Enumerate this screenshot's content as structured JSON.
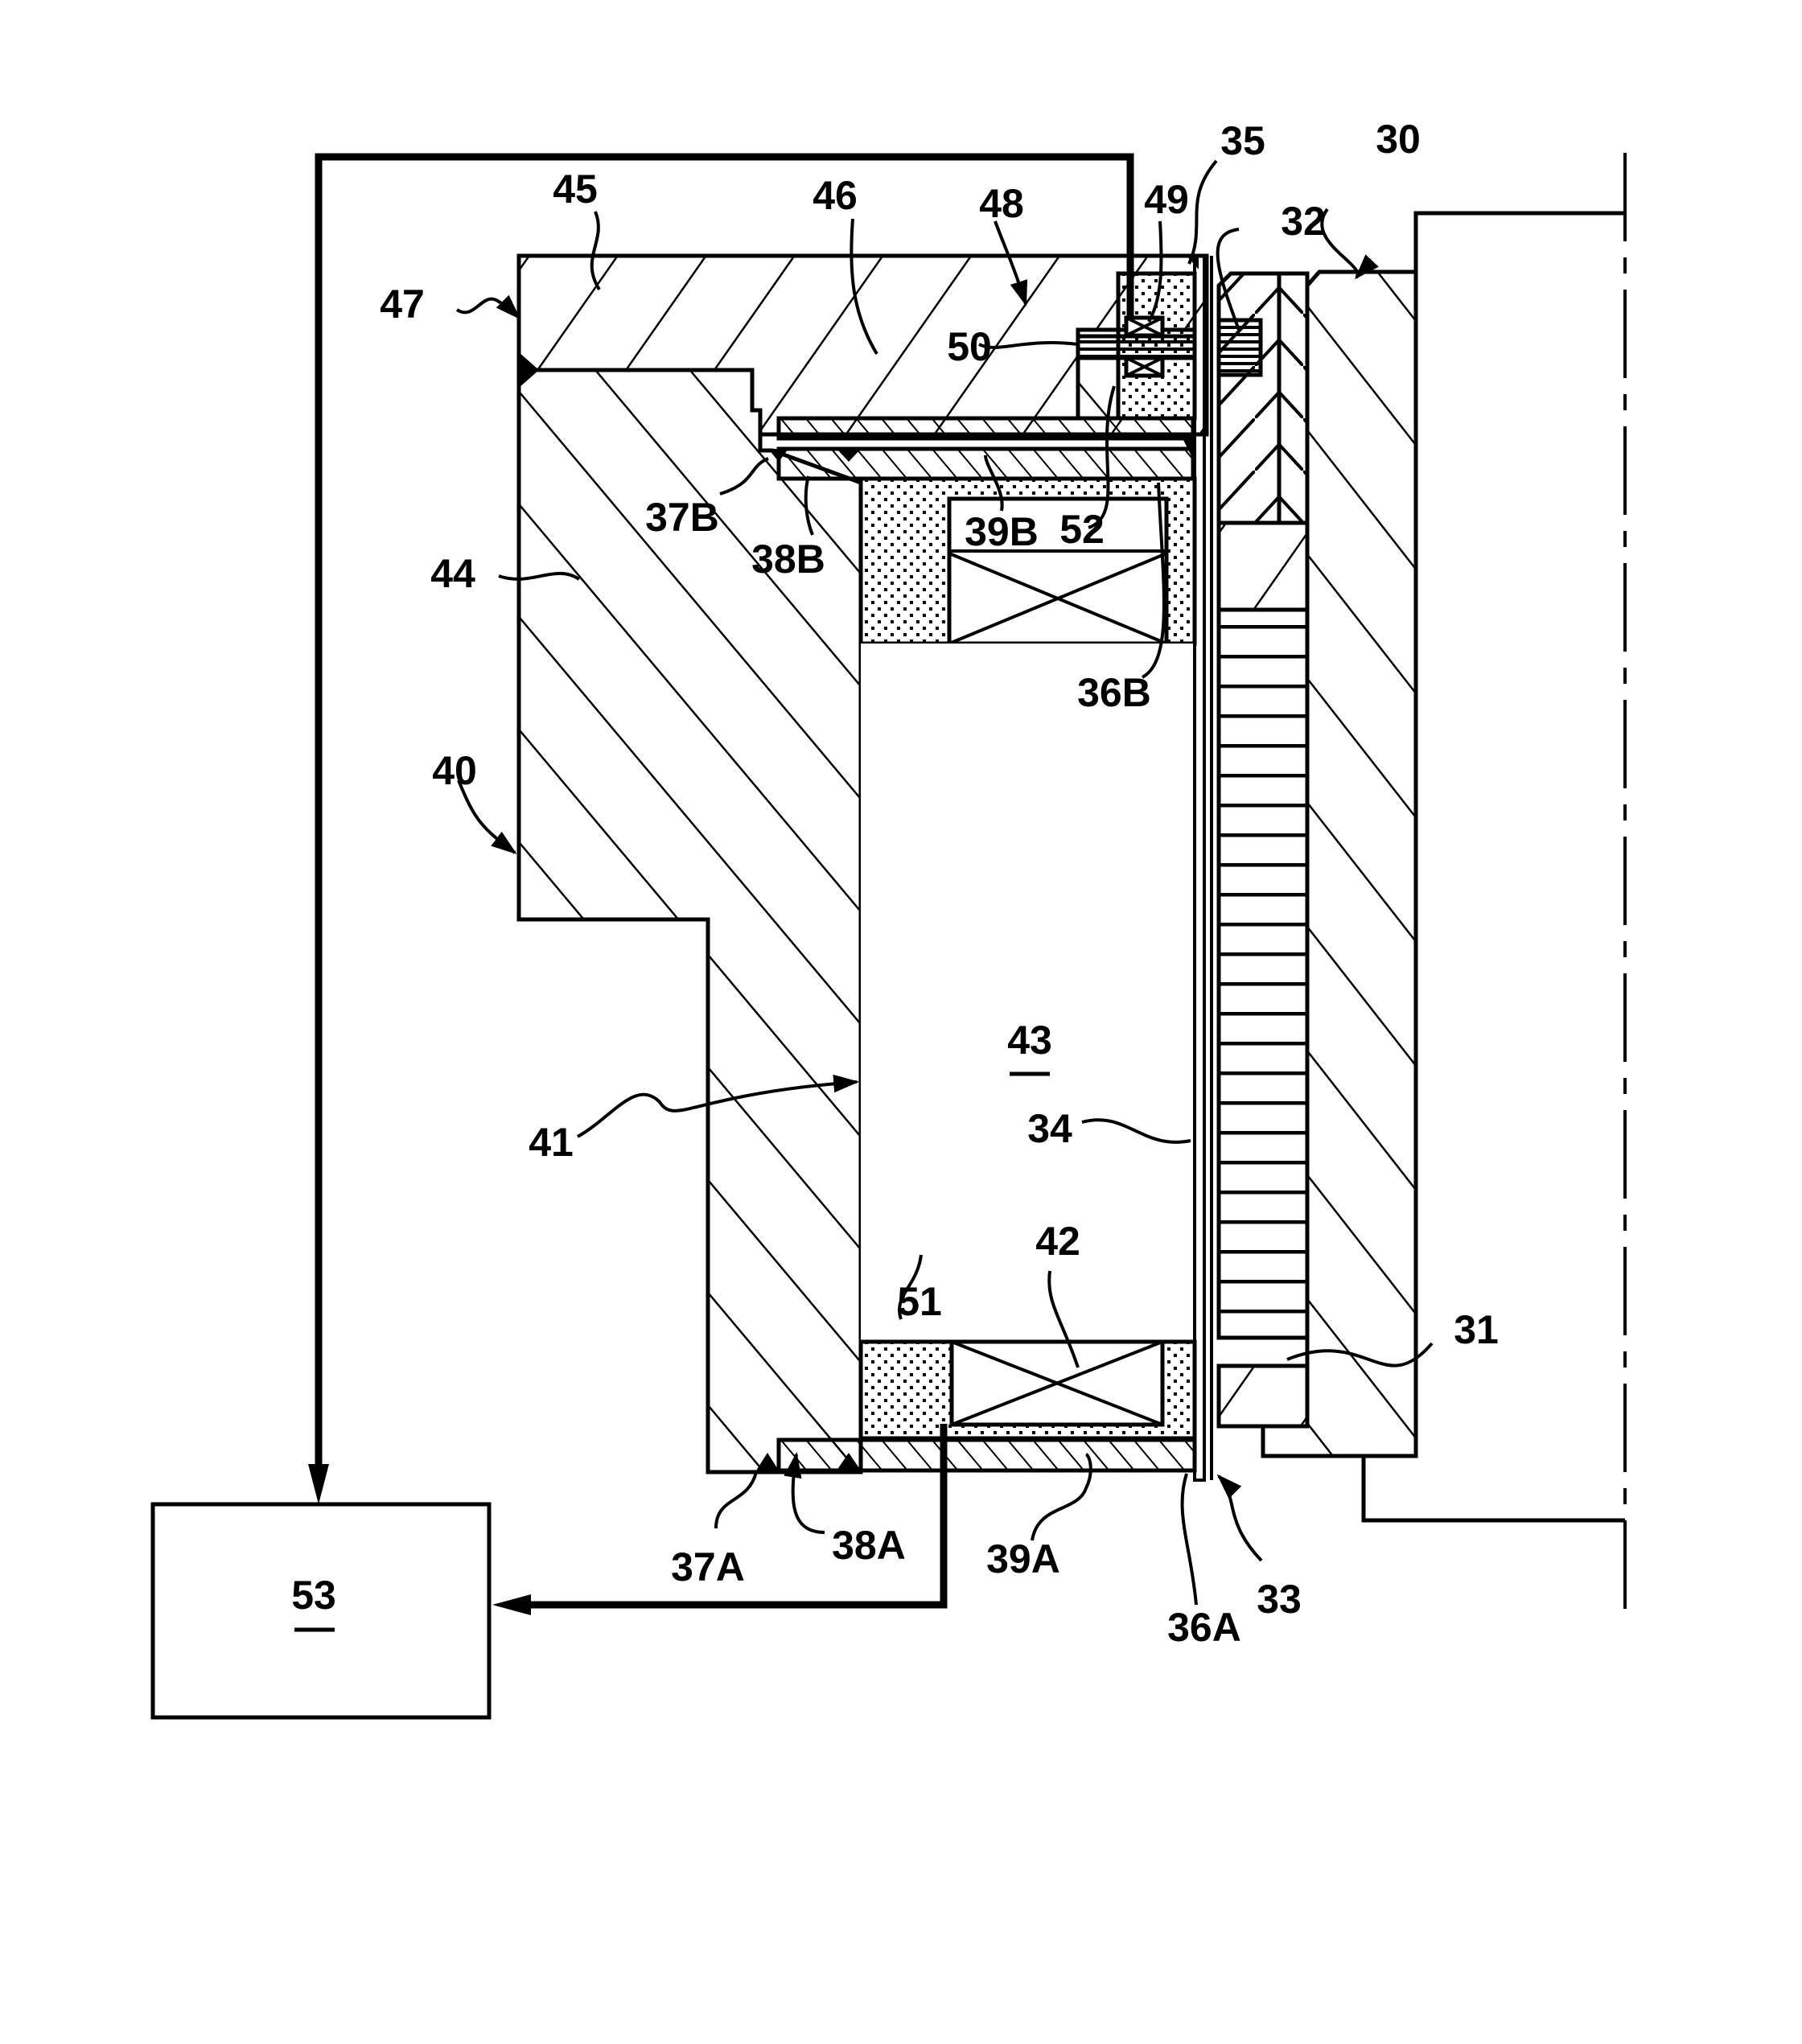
{
  "figure": {
    "type": "patent-cross-section",
    "colors": {
      "ink": "#000000",
      "paper": "#ffffff"
    }
  },
  "labels": {
    "l30": "30",
    "l31": "31",
    "l32": "32",
    "l33": "33",
    "l34": "34",
    "l35": "35",
    "l36A": "36A",
    "l36B": "36B",
    "l37A": "37A",
    "l37B": "37B",
    "l38A": "38A",
    "l38B": "38B",
    "l39A": "39A",
    "l39B": "39B",
    "l40": "40",
    "l41": "41",
    "l42": "42",
    "l43": "43",
    "l44": "44",
    "l45": "45",
    "l46": "46",
    "l47": "47",
    "l48": "48",
    "l49": "49",
    "l50": "50",
    "l51": "51",
    "l52": "52",
    "l53": "53"
  }
}
